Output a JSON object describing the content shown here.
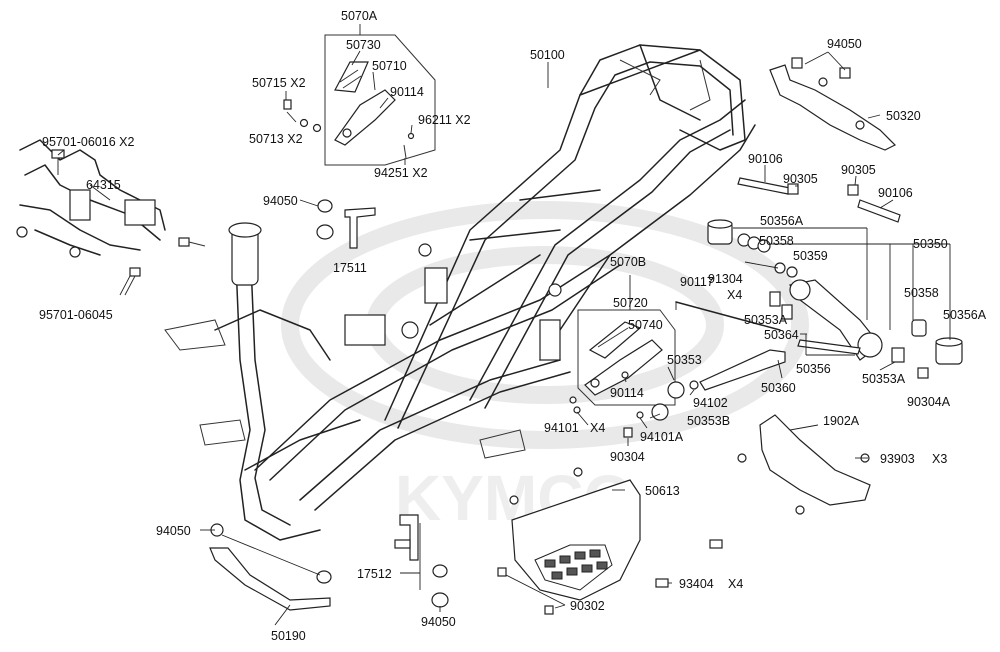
{
  "diagram": {
    "brand_watermark": "KYMCO",
    "groups": [
      {
        "id": "g5070a",
        "label": "5070A",
        "children": [
          "50730",
          "50710",
          "90114"
        ]
      },
      {
        "id": "g5070b",
        "label": "5070B",
        "children": [
          "50720",
          "50740",
          "90114"
        ]
      },
      {
        "id": "g50350",
        "label": "50350",
        "children": [
          "50356A",
          "50358",
          "50359"
        ]
      }
    ],
    "labels": {
      "l5070a": "5070A",
      "l50730": "50730",
      "l50710": "50710",
      "l90114a": "90114",
      "l50715": "50715 X2",
      "l50713": "50713 X2",
      "l96211": "96211 X2",
      "l94251": "94251 X2",
      "l50100": "50100",
      "l94050a": "94050",
      "l50320": "50320",
      "l95701_06016": "95701-06016 X2",
      "l64315": "64315",
      "l94050b": "94050",
      "l17511": "17511",
      "l95701_06045": "95701-06045",
      "l90106a": "90106",
      "l90305a": "90305",
      "l90305b": "90305",
      "l90106b": "90106",
      "l50356a_top": "50356A",
      "l50358_top": "50358",
      "l50359": "50359",
      "l50350": "50350",
      "l91304": "91304",
      "l91304x": "X4",
      "l50358_right": "50358",
      "l50356a_right": "50356A",
      "l5070b": "5070B",
      "l90117": "90117",
      "l50720": "50720",
      "l50740": "50740",
      "l50353a_top": "50353A",
      "l50364": "50364",
      "l50356": "50356",
      "l50353a_bottom": "50353A",
      "l50360": "50360",
      "l90304a": "90304A",
      "l50353": "50353",
      "l94102": "94102",
      "l90114b": "90114",
      "l50353b": "50353B",
      "l94101": "94101",
      "l94101x": "X4",
      "l94101a": "94101A",
      "l90304": "90304",
      "l1902a": "1902A",
      "l93903": "93903",
      "l93903x": "X3",
      "l50613": "50613",
      "l94050c": "94050",
      "l17512": "17512",
      "l50190": "50190",
      "l94050d": "94050",
      "l90302": "90302",
      "l93404": "93404",
      "l93404x": "X4"
    }
  }
}
